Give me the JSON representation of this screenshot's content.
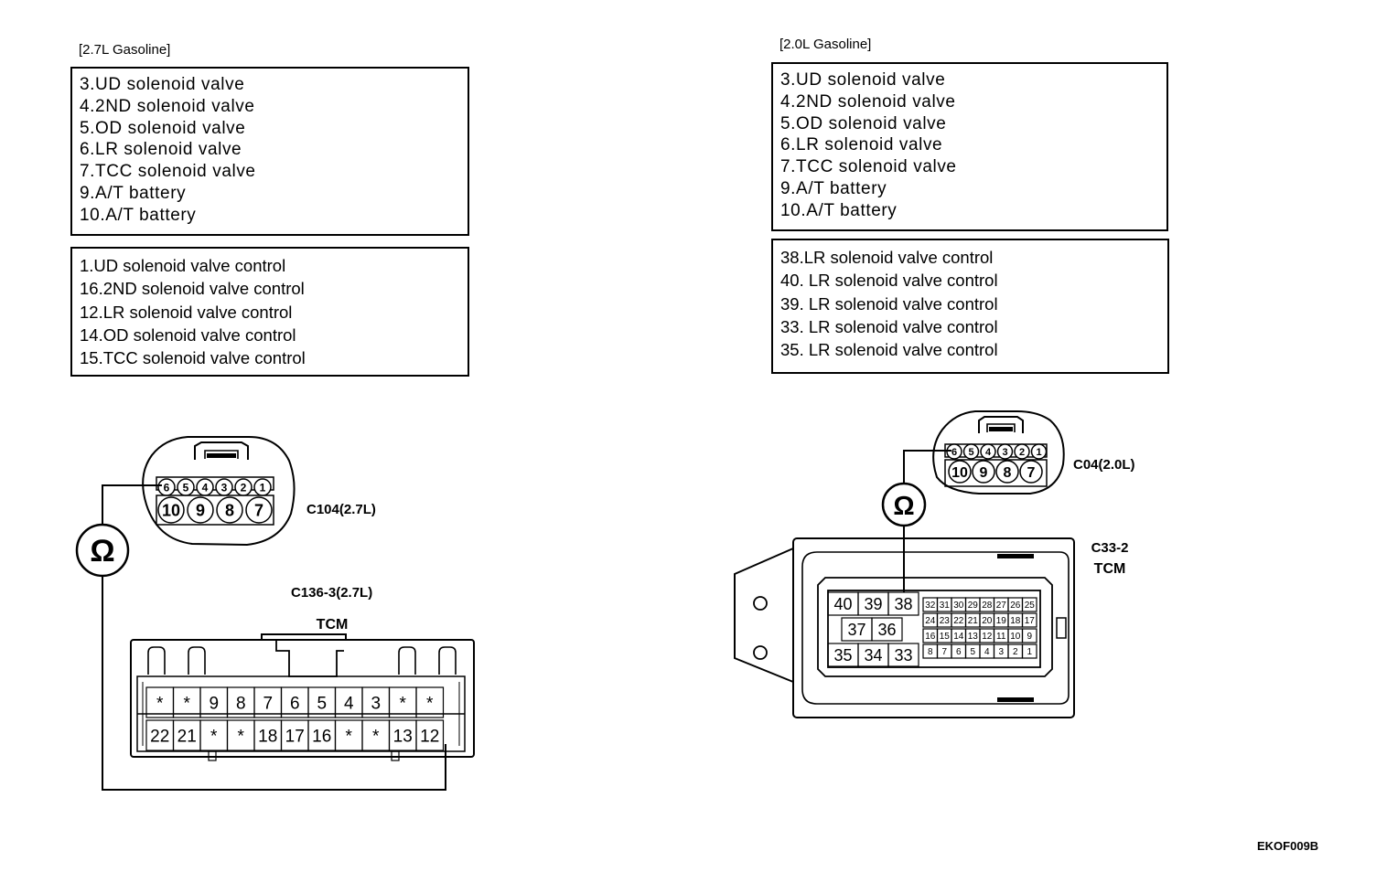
{
  "left": {
    "header": "[2.7L Gasoline]",
    "solenoids": [
      "3.UD solenoid valve",
      "4.2ND solenoid valve",
      "5.OD solenoid valve",
      "6.LR solenoid valve",
      "7.TCC solenoid valve",
      "9.A/T battery",
      "10.A/T battery"
    ],
    "controls": [
      "1.UD solenoid valve control",
      "16.2ND solenoid valve control",
      "12.LR solenoid valve control",
      "14.OD solenoid valve control",
      "15.TCC solenoid valve control"
    ],
    "connector_label": "C104(2.7L)",
    "connector_top": [
      "6",
      "5",
      "4",
      "3",
      "2",
      "1"
    ],
    "connector_bottom": [
      "10",
      "9",
      "8",
      "7"
    ],
    "tcm_label": "C136-3(2.7L)",
    "tcm_name": "TCM",
    "tcm_row1": [
      "*",
      "*",
      "9",
      "8",
      "7",
      "6",
      "5",
      "4",
      "3",
      "*",
      "*"
    ],
    "tcm_row2": [
      "22",
      "21",
      "*",
      "*",
      "18",
      "17",
      "16",
      "*",
      "*",
      "13",
      "12"
    ],
    "ohm": "Ω"
  },
  "right": {
    "header": "[2.0L Gasoline]",
    "solenoids": [
      "3.UD solenoid valve",
      "4.2ND solenoid valve",
      "5.OD solenoid valve",
      "6.LR solenoid valve",
      "7.TCC solenoid valve",
      "9.A/T battery",
      "10.A/T battery"
    ],
    "controls": [
      "38.LR solenoid valve control",
      "40. LR solenoid valve control",
      "39. LR solenoid valve control",
      "33. LR solenoid valve control",
      "35. LR solenoid valve control"
    ],
    "connector_label": "C04(2.0L)",
    "connector_top": [
      "6",
      "5",
      "4",
      "3",
      "2",
      "1"
    ],
    "connector_bottom": [
      "10",
      "9",
      "8",
      "7"
    ],
    "tcm_label": "C33-2",
    "tcm_name": "TCM",
    "big_row1": [
      "40",
      "39",
      "38"
    ],
    "big_row2": [
      "37",
      "36"
    ],
    "big_row3": [
      "35",
      "34",
      "33"
    ],
    "small_row1": [
      "32",
      "31",
      "30",
      "29",
      "28",
      "27",
      "26",
      "25"
    ],
    "small_row2": [
      "24",
      "23",
      "22",
      "21",
      "20",
      "19",
      "18",
      "17"
    ],
    "small_row3": [
      "16",
      "15",
      "14",
      "13",
      "12",
      "11",
      "10",
      "9"
    ],
    "small_row4": [
      "8",
      "7",
      "6",
      "5",
      "4",
      "3",
      "2",
      "1"
    ],
    "ohm": "Ω"
  },
  "footer": "EKOF009B"
}
